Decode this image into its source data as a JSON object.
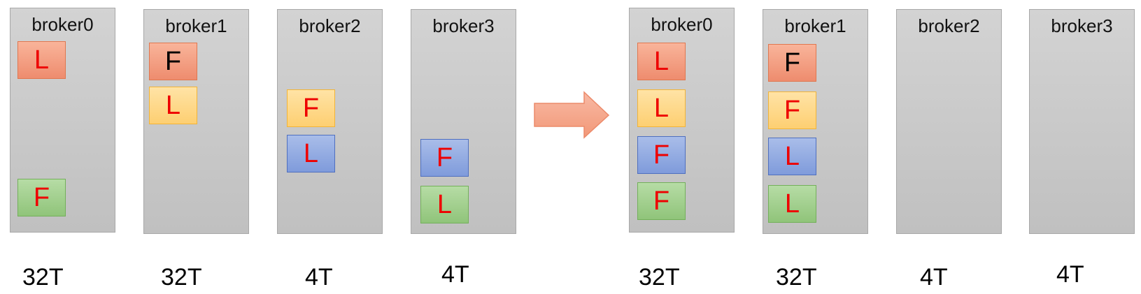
{
  "before": {
    "brokers": [
      {
        "name": "broker0",
        "capacity": "32T",
        "replicas": [
          {
            "role": "L",
            "color": "red",
            "text": "red"
          },
          {
            "role": "F",
            "color": "green",
            "text": "red"
          }
        ]
      },
      {
        "name": "broker1",
        "capacity": "32T",
        "replicas": [
          {
            "role": "F",
            "color": "red",
            "text": "black"
          },
          {
            "role": "L",
            "color": "yellow",
            "text": "red"
          }
        ]
      },
      {
        "name": "broker2",
        "capacity": "4T",
        "replicas": [
          {
            "role": "F",
            "color": "yellow",
            "text": "red"
          },
          {
            "role": "L",
            "color": "blue",
            "text": "red"
          }
        ]
      },
      {
        "name": "broker3",
        "capacity": "4T",
        "replicas": [
          {
            "role": "F",
            "color": "blue",
            "text": "red"
          },
          {
            "role": "L",
            "color": "green",
            "text": "red"
          }
        ]
      }
    ]
  },
  "after": {
    "brokers": [
      {
        "name": "broker0",
        "capacity": "32T",
        "replicas": [
          {
            "role": "L",
            "color": "red",
            "text": "red"
          },
          {
            "role": "L",
            "color": "yellow",
            "text": "red"
          },
          {
            "role": "F",
            "color": "blue",
            "text": "red"
          },
          {
            "role": "F",
            "color": "green",
            "text": "red"
          }
        ]
      },
      {
        "name": "broker1",
        "capacity": "32T",
        "replicas": [
          {
            "role": "F",
            "color": "red",
            "text": "black"
          },
          {
            "role": "F",
            "color": "yellow",
            "text": "red"
          },
          {
            "role": "L",
            "color": "blue",
            "text": "red"
          },
          {
            "role": "L",
            "color": "green",
            "text": "red"
          }
        ]
      },
      {
        "name": "broker2",
        "capacity": "4T",
        "replicas": []
      },
      {
        "name": "broker3",
        "capacity": "4T",
        "replicas": []
      }
    ]
  },
  "colors": {
    "box_red": "#ee8c6e",
    "box_yellow": "#fdcf72",
    "box_blue": "#7f9bdb",
    "box_green": "#90c47a",
    "letter_red": "#ee0000",
    "letter_black": "#000000",
    "arrow": "#f5a78e"
  },
  "icons": {
    "transition": "right-arrow-icon"
  }
}
